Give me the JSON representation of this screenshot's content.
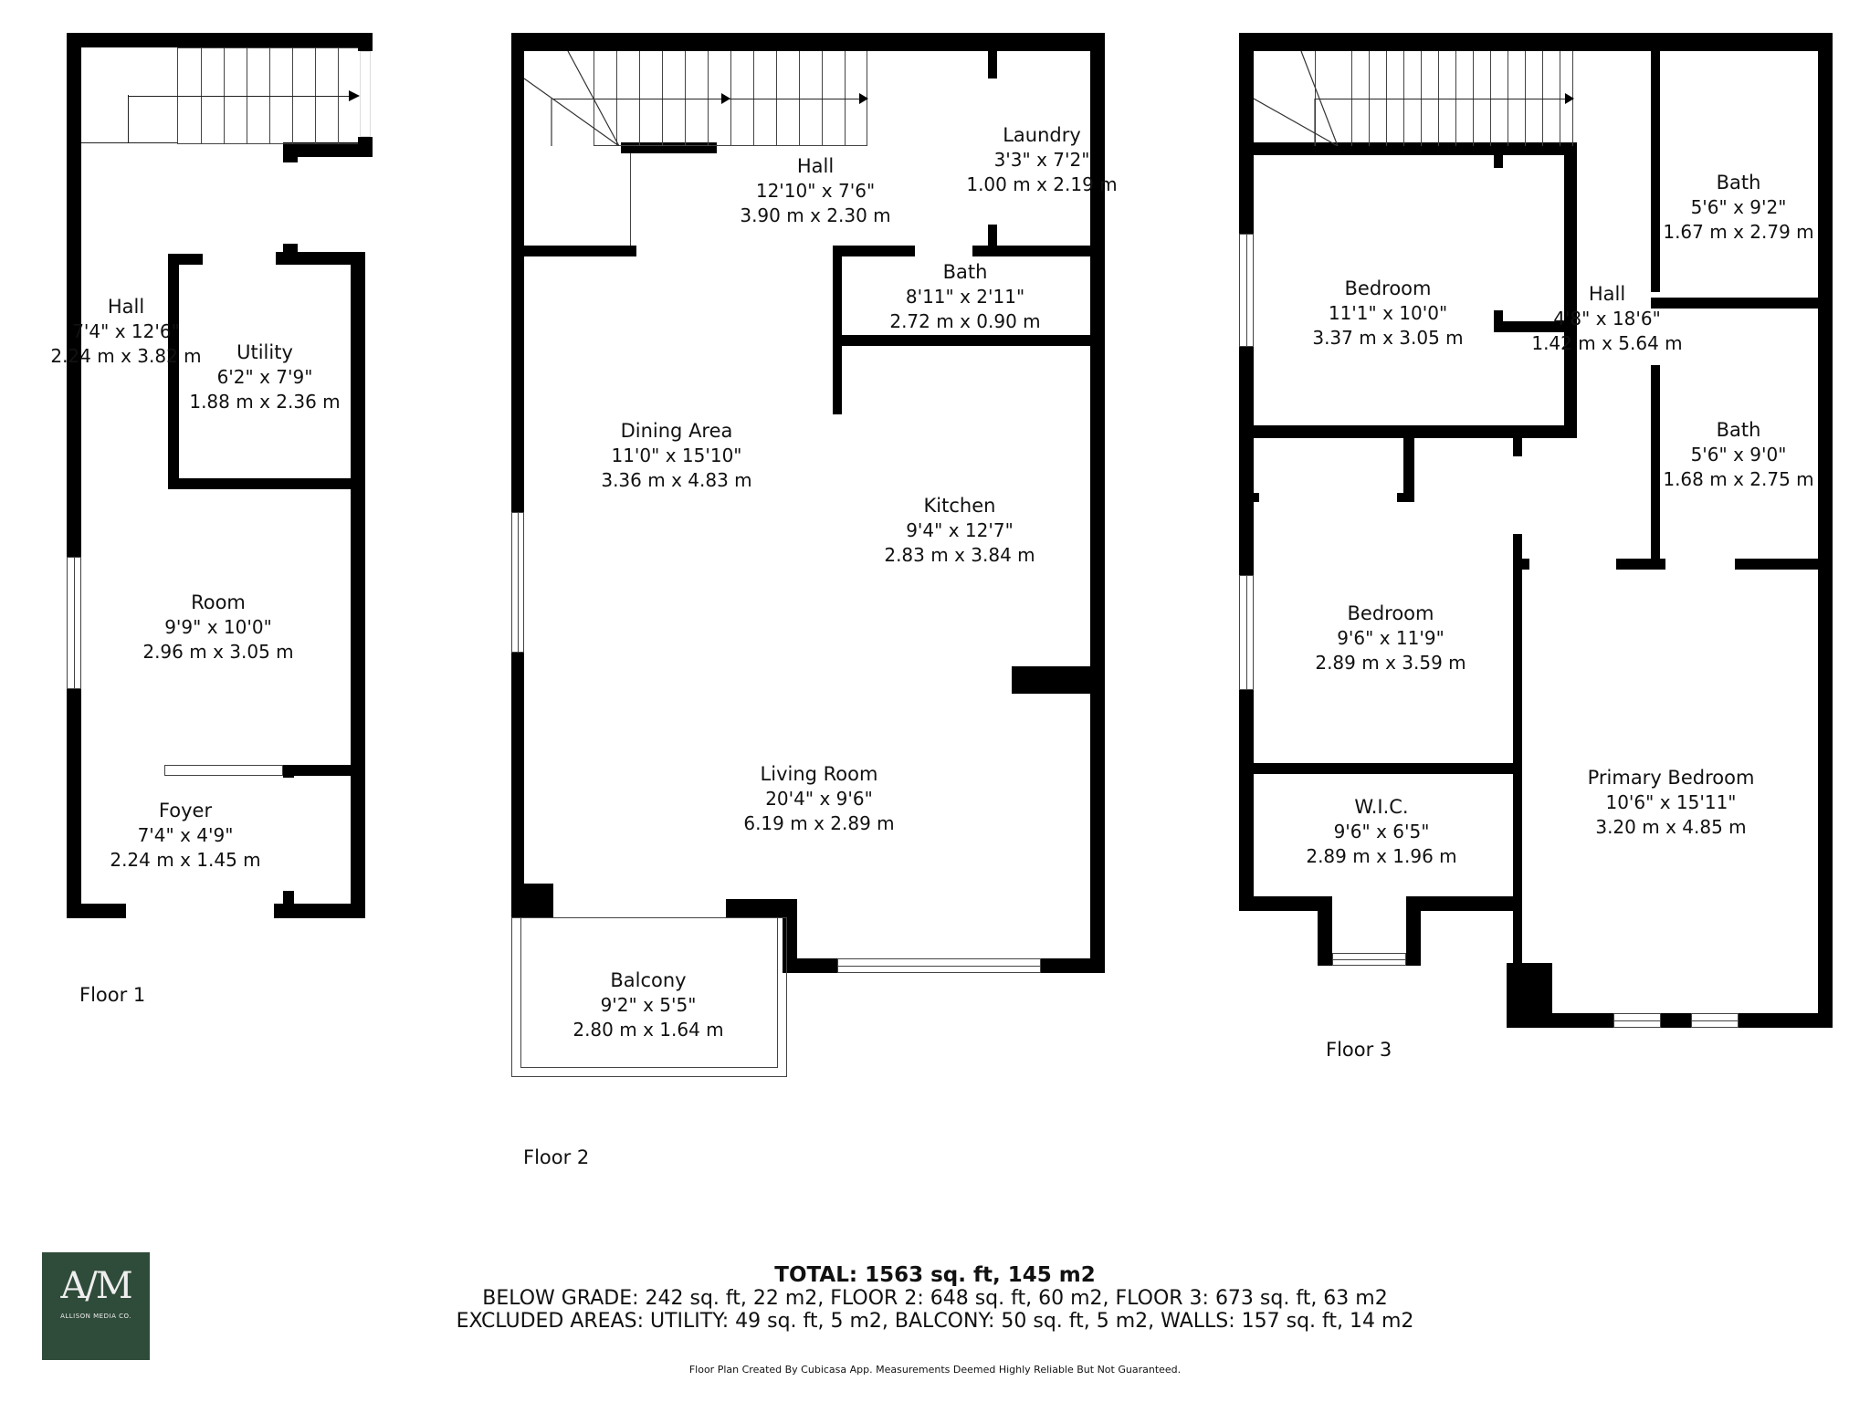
{
  "floors": [
    {
      "label": "Floor 1",
      "rooms": [
        {
          "name": "Hall",
          "imperial": "7'4\" x 12'6\"",
          "metric": "2.24 m x 3.82 m"
        },
        {
          "name": "Utility",
          "imperial": "6'2\" x 7'9\"",
          "metric": "1.88 m x 2.36 m"
        },
        {
          "name": "Room",
          "imperial": "9'9\" x 10'0\"",
          "metric": "2.96 m x 3.05 m"
        },
        {
          "name": "Foyer",
          "imperial": "7'4\" x 4'9\"",
          "metric": "2.24 m x 1.45 m"
        }
      ]
    },
    {
      "label": "Floor 2",
      "rooms": [
        {
          "name": "Hall",
          "imperial": "12'10\" x 7'6\"",
          "metric": "3.90 m x 2.30 m"
        },
        {
          "name": "Laundry",
          "imperial": "3'3\" x 7'2\"",
          "metric": "1.00 m x 2.19 m"
        },
        {
          "name": "Bath",
          "imperial": "8'11\" x 2'11\"",
          "metric": "2.72 m x 0.90 m"
        },
        {
          "name": "Dining Area",
          "imperial": "11'0\" x 15'10\"",
          "metric": "3.36 m x 4.83 m"
        },
        {
          "name": "Kitchen",
          "imperial": "9'4\" x 12'7\"",
          "metric": "2.83 m x 3.84 m"
        },
        {
          "name": "Living Room",
          "imperial": "20'4\" x 9'6\"",
          "metric": "6.19 m x 2.89 m"
        },
        {
          "name": "Balcony",
          "imperial": "9'2\" x 5'5\"",
          "metric": "2.80 m x 1.64 m"
        }
      ]
    },
    {
      "label": "Floor 3",
      "rooms": [
        {
          "name": "Bedroom",
          "imperial": "11'1\" x 10'0\"",
          "metric": "3.37 m x 3.05 m"
        },
        {
          "name": "Hall",
          "imperial": "4'8\" x 18'6\"",
          "metric": "1.42 m x 5.64 m"
        },
        {
          "name": "Bath",
          "imperial": "5'6\" x 9'2\"",
          "metric": "1.67 m x 2.79 m"
        },
        {
          "name": "Bath",
          "imperial": "5'6\" x 9'0\"",
          "metric": "1.68 m x 2.75 m"
        },
        {
          "name": "Bedroom",
          "imperial": "9'6\" x 11'9\"",
          "metric": "2.89 m x 3.59 m"
        },
        {
          "name": "W.I.C.",
          "imperial": "9'6\" x 6'5\"",
          "metric": "2.89 m x 1.96 m"
        },
        {
          "name": "Primary Bedroom",
          "imperial": "10'6\" x 15'11\"",
          "metric": "3.20 m x 4.85 m"
        }
      ]
    }
  ],
  "summary": {
    "total": "TOTAL: 1563 sq. ft, 145 m2",
    "breakdown": "BELOW GRADE: 242 sq. ft, 22 m2, FLOOR 2: 648 sq. ft, 60 m2, FLOOR 3: 673 sq. ft, 63 m2",
    "excluded": "EXCLUDED AREAS: UTILITY: 49 sq. ft, 5 m2, BALCONY: 50 sq. ft, 5 m2, WALLS: 157 sq. ft, 14 m2",
    "disclaimer": "Floor Plan Created By Cubicasa App. Measurements Deemed Highly Reliable But Not Guaranteed."
  },
  "logo": {
    "monogram": "A/M",
    "company": "ALLISON MEDIA CO.",
    "color": "#2f4b3a"
  }
}
